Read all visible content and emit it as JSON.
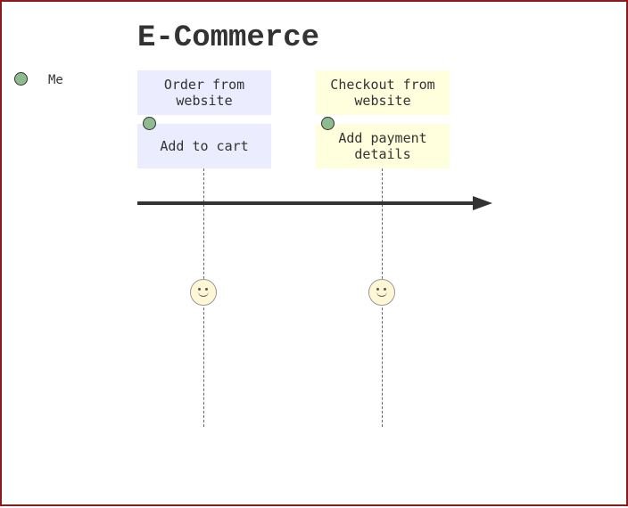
{
  "title": "E-Commerce",
  "actors": [
    {
      "name": "Me",
      "color": "#8fbc8f"
    }
  ],
  "sections": [
    {
      "label": "Order from website",
      "color": "#ececff",
      "tasks": [
        {
          "label": "Add to cart",
          "actors": [
            "Me"
          ],
          "mood": "smiley-icon"
        }
      ]
    },
    {
      "label": "Checkout from website",
      "color": "#ffffde",
      "tasks": [
        {
          "label": "Add payment details",
          "actors": [
            "Me"
          ],
          "mood": "smiley-icon"
        }
      ]
    }
  ],
  "colors": {
    "border": "#8b1a1a",
    "text": "#333333",
    "axis": "#333333",
    "face": "#fff6d5"
  }
}
